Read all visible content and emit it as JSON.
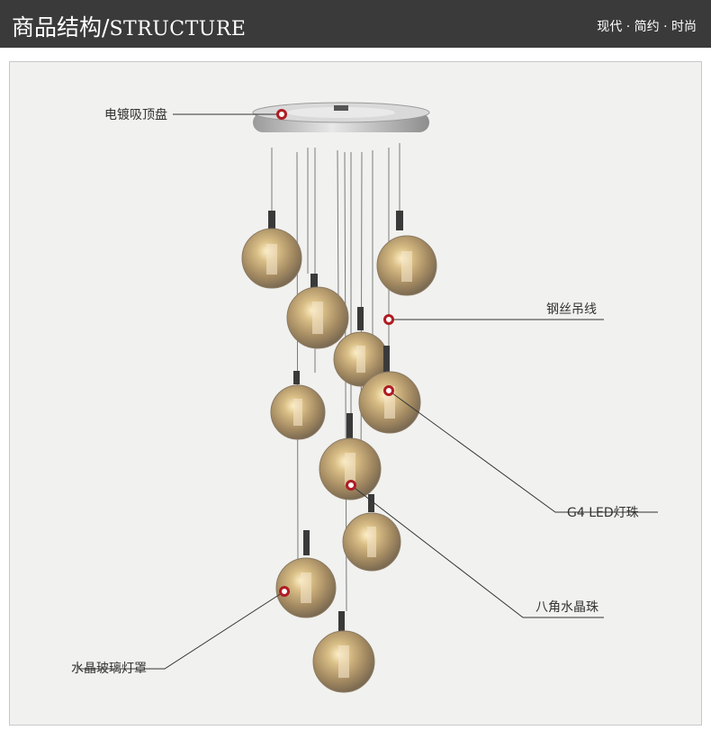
{
  "header": {
    "title_cn": "商品结构",
    "title_sep": "/",
    "title_en": "STRUCTURE",
    "tagline": "现代 · 简约 · 时尚"
  },
  "labels": {
    "canopy": "电镀吸顶盘",
    "wire": "钢丝吊线",
    "led": "G4  LED灯珠",
    "crystal": "八角水晶珠",
    "shade": "水晶玻璃灯罩"
  },
  "colors": {
    "header_bg": "#3a3a3a",
    "marker": "#b01c23",
    "glass": "#b8a27a",
    "background": "#f1f1ef"
  }
}
